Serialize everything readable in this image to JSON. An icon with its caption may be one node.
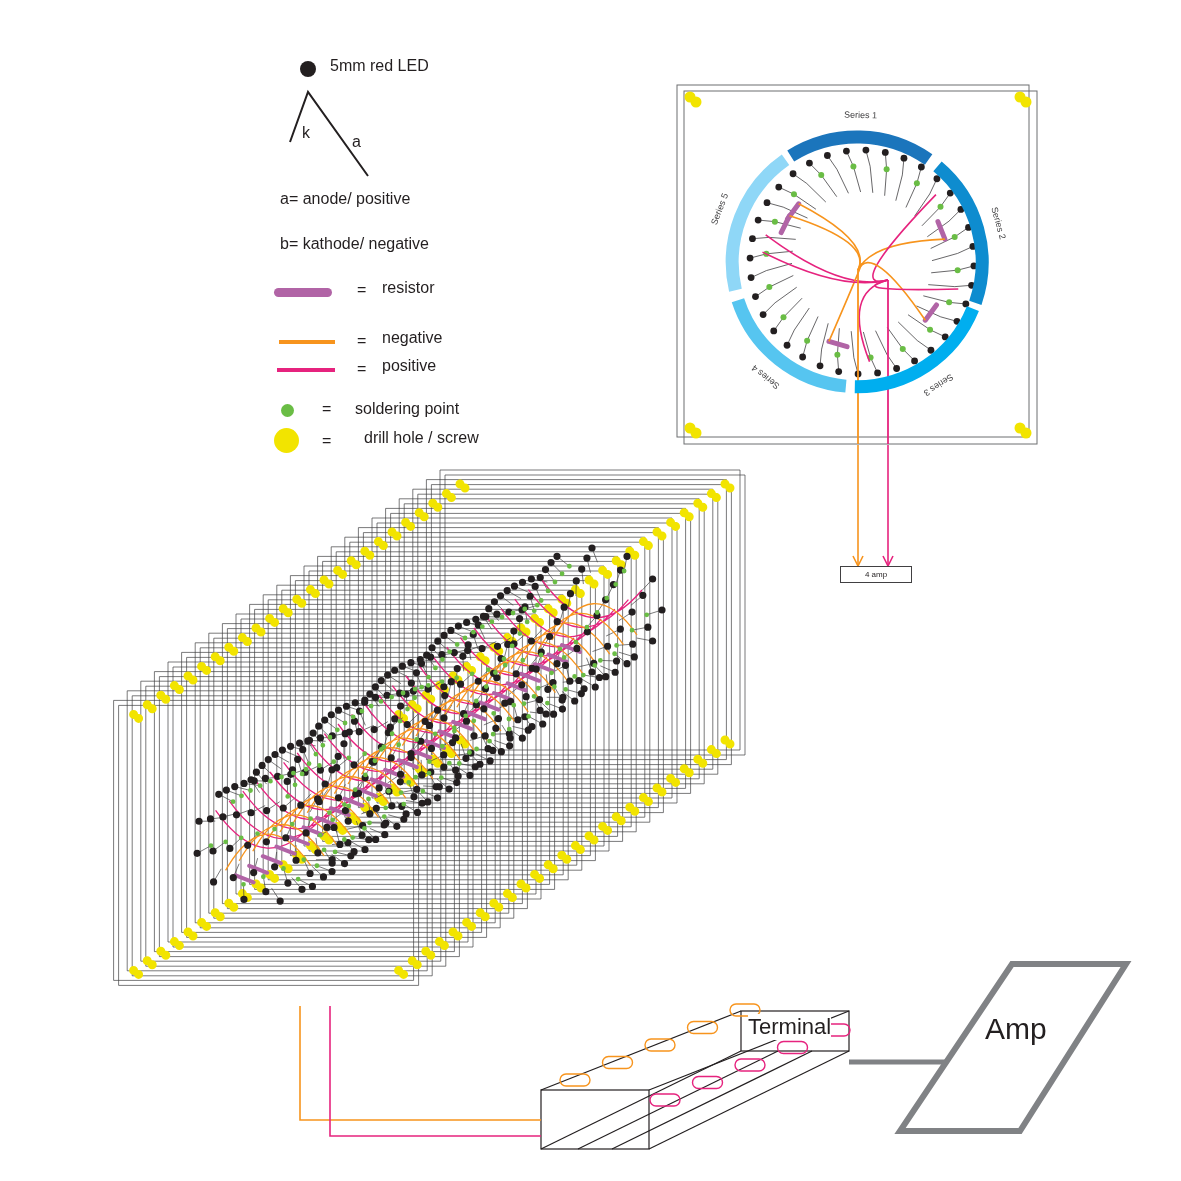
{
  "diagram": {
    "nodes": [
      {
        "text": [],
        "shape": "box"
      },
      {
        "text": [
          "Series 1"
        ],
        "in": 0
      },
      {
        "text": [
          "Series 2"
        ],
        "in": 0
      },
      {
        "text": [
          "Series 3"
        ],
        "in": 0
      },
      {
        "text": [
          "Series 4"
        ],
        "in": 0
      },
      {
        "text": [
          "Series 5"
        ],
        "in": 0
      },
      {
        "text": [
          "4 amp"
        ]
      },
      {
        "text": [],
        "shape": "picture"
      },
      {
        "text": [
          "Terminal"
        ]
      },
      {
        "text": [
          "Amp"
        ]
      }
    ],
    "edges": [
      {
        "from": 0,
        "to": 6,
        "arrow": "to",
        "color": "#f7941d"
      },
      {
        "from": 0,
        "to": 6,
        "arrow": "to",
        "color": "#e6237e"
      },
      {
        "from": 7,
        "to": 8,
        "arrow": "none",
        "color": "#f7941d"
      },
      {
        "from": 7,
        "to": 8,
        "arrow": "none",
        "color": "#e6237e"
      },
      {
        "from": 8,
        "to": 9,
        "arrow": "none",
        "style": "thick",
        "color": "#808285"
      }
    ],
    "labels": [
      "k",
      "a",
      "a= anode/ positive",
      "b= kathode/ negative",
      "=",
      "=",
      "=",
      "=",
      "="
    ],
    "legend": [
      {
        "text": "5mm red LED",
        "color": "#231f20"
      },
      {
        "text": "resistor",
        "color": "#b164a6"
      },
      {
        "text": "negative",
        "color": "#f7941d"
      },
      {
        "text": "positive",
        "color": "#e6237e"
      },
      {
        "text": "soldering point",
        "color": "#6abd45"
      },
      {
        "text": "drill hole / screw",
        "color": "#f2e400"
      }
    ]
  }
}
